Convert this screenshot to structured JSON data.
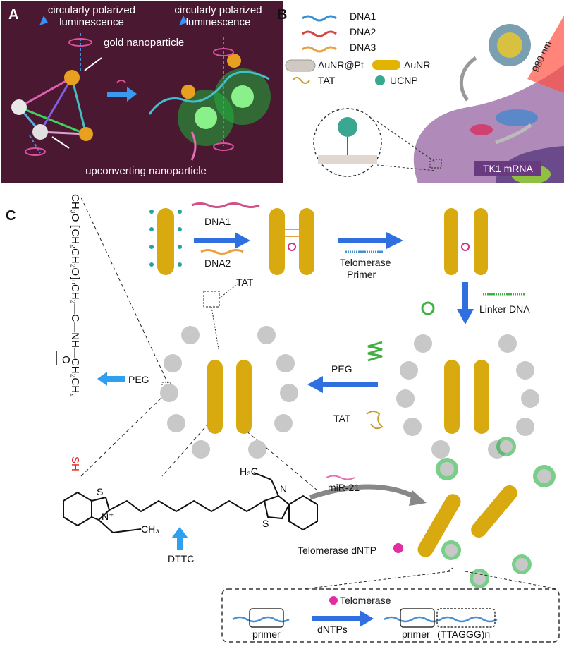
{
  "panel_a": {
    "letter": "A",
    "cpl_left": "circularly polarized luminescence",
    "cpl_right": "circularly polarized luminescence",
    "gold_label": "gold nanoparticle",
    "ucnp_label": "upconverting nanoparticle"
  },
  "panel_b": {
    "letter": "B",
    "legend": [
      {
        "label": "DNA1",
        "color": "#3c8fd0"
      },
      {
        "label": "DNA2",
        "color": "#d64545"
      },
      {
        "label": "DNA3",
        "color": "#e8a040"
      },
      {
        "label": "AuNR@Pt",
        "color": "#cfc9c2"
      },
      {
        "label": "AuNR",
        "color": "#e2b400"
      },
      {
        "label": "TAT",
        "color": "#c2a030"
      },
      {
        "label": "UCNP",
        "color": "#3aa890"
      }
    ],
    "laser": "980 nm",
    "target": "TK1 mRNA"
  },
  "panel_c": {
    "letter": "C",
    "dna1": "DNA1",
    "dna2": "DNA2",
    "telomerase_primer_1": "Telomerase",
    "telomerase_primer_2": "Primer",
    "linker": "Linker DNA",
    "tat_top": "TAT",
    "peg_left": "PEG",
    "peg_mid": "PEG",
    "tat_mid": "TAT",
    "mir21": "miR-21",
    "telomerase_dntp": "Telomerase dNTP",
    "dttc": "DTTC",
    "peg_formula": "CH3O ⁅CH2CH2O⁆n CH2—C—NH—CH2CH2SH",
    "box": {
      "telomerase": "Telomerase",
      "dntps": "dNTPs",
      "primer_left": "primer",
      "primer_right": "primer",
      "repeat": "(TTAGGG)n"
    }
  }
}
